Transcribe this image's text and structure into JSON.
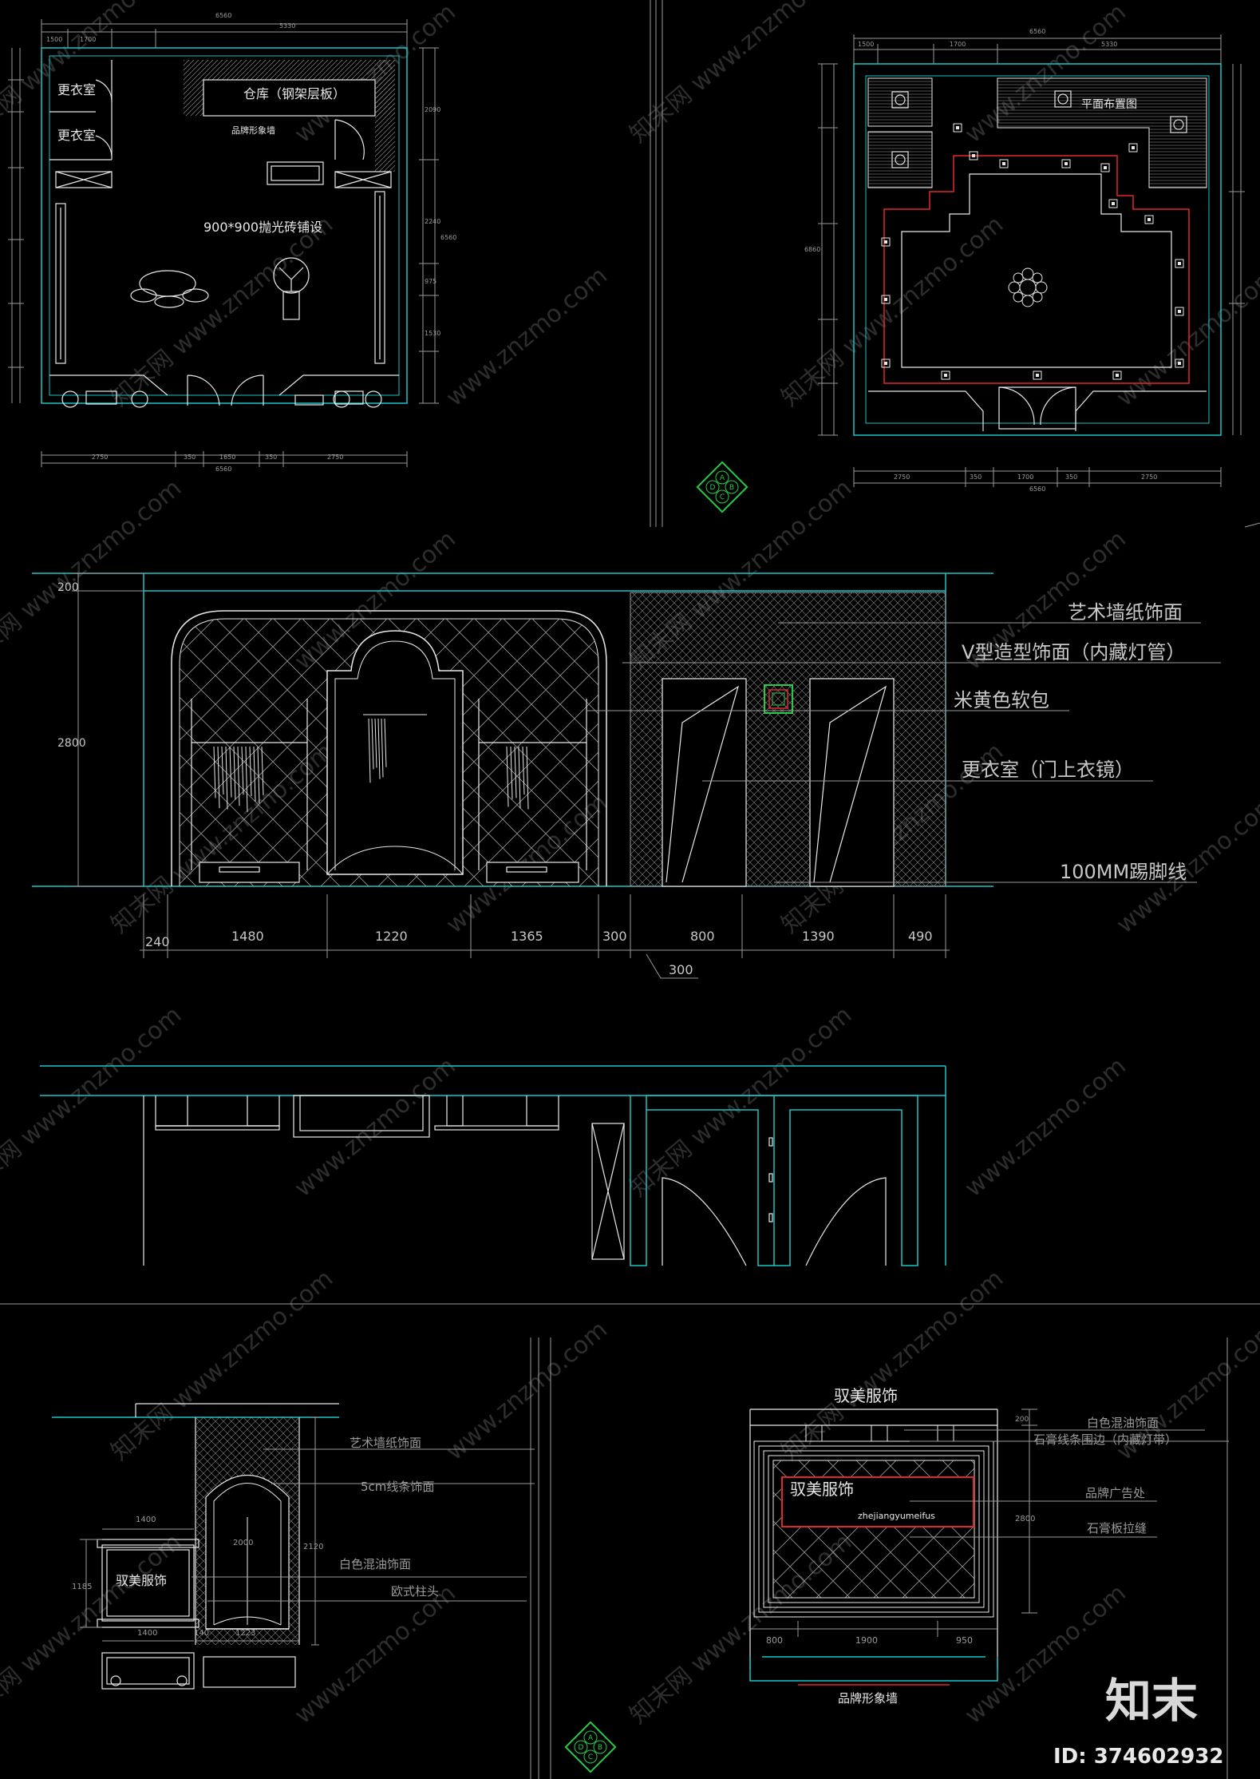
{
  "colors": {
    "background": "#000000",
    "cyan": "#19c5c5",
    "white": "#e8e8e8",
    "gray": "#9a9a9a",
    "red": "#e02828",
    "green": "#22cc44",
    "watermark": "#5a5a5a"
  },
  "plan1": {
    "labels": [
      "更衣室",
      "更衣室",
      "仓库（钢架层板）",
      "品牌形象墙",
      "900*900抛光砖铺设"
    ],
    "dims_top": [
      "6560",
      "1500",
      "1700",
      "5330"
    ],
    "dims_bottom": [
      "2750",
      "350",
      "1650",
      "350",
      "2750",
      "6560"
    ],
    "dims_right": [
      "2090",
      "2240",
      "975",
      "1530",
      "6560"
    ]
  },
  "plan2": {
    "labels": [
      "平面布置图"
    ],
    "dims_top": [
      "6560",
      "1500",
      "1700",
      "5330"
    ],
    "dims_bottom": [
      "2750",
      "350",
      "1700",
      "350",
      "2750",
      "6560"
    ],
    "dims_left": [
      "6860"
    ],
    "legend_letters": [
      "A",
      "B",
      "C",
      "D"
    ]
  },
  "elevation": {
    "height_dims": [
      "200",
      "2800"
    ],
    "bottom_dims": [
      "240",
      "1480",
      "1220",
      "1365",
      "300",
      "800",
      "1390",
      "490"
    ],
    "extra_dim": "300",
    "callouts": [
      "艺术墙纸饰面",
      "V型造型饰面（内藏灯管）",
      "米黄色软包",
      "更衣室（门上衣镜）",
      "100MM踢脚线"
    ]
  },
  "detail_left": {
    "callouts": [
      "艺术墙纸饰面",
      "5cm线条饰面",
      "白色混油饰面",
      "欧式柱头"
    ],
    "dims": [
      "1400",
      "1185",
      "1400",
      "140",
      "1223",
      "2120",
      "2000"
    ],
    "sign": "驭美服饰"
  },
  "detail_right": {
    "title": "驭美服饰",
    "sign_main": "驭美服饰",
    "sign_sub": "zhejiangyumeifus",
    "callouts": [
      "白色混油饰面",
      "石膏线条围边（内藏灯带）",
      "品牌广告处",
      "石膏板拉缝"
    ],
    "dims": [
      "800",
      "1900",
      "950",
      "200",
      "2800"
    ],
    "caption": "品牌形象墙",
    "legend_letters": [
      "A",
      "B",
      "C",
      "D"
    ]
  },
  "watermarks": [
    "www.znzmo.com",
    "知末网"
  ],
  "brand": {
    "logo": "知末",
    "id": "ID: 374602932"
  }
}
